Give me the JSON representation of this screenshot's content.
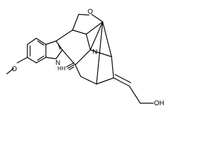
{
  "labels": {
    "methoxy_o": "O",
    "ring_o": "O",
    "indole_n": "N",
    "amine_n": "N",
    "indole_h": "H",
    "stereo_h": "H",
    "hydroxyl": "OH"
  },
  "colors": {
    "ink": "#000000",
    "background": "#ffffff"
  }
}
